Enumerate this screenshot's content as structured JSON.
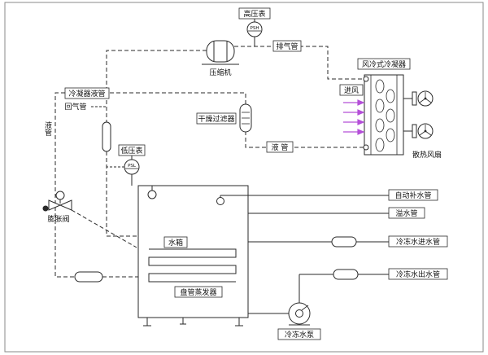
{
  "colors": {
    "line": "#2a2a2a",
    "airflow_arrow": "#b44fd8",
    "background": "#ffffff"
  },
  "labels": {
    "high_pressure_gauge": "高压表",
    "psh": "PSH",
    "exhaust_pipe": "排气管",
    "compressor": "压缩机",
    "condenser": "风冷式冷凝器",
    "air_in": "进风",
    "cooling_fan": "散热风扇",
    "condenser_liquid_pipe": "冷凝器液管",
    "return_gas_pipe": "回气管",
    "drying_filter": "干燥过滤器",
    "liquid_pipe": "液 管",
    "low_pressure_gauge": "低压表",
    "psl": "PSL",
    "liquid_pipe_vertical": "液管",
    "expansion_valve": "膨胀阀",
    "water_tank": "水箱",
    "coil_evaporator": "盘管蒸发器",
    "auto_water_supply_pipe": "自动补水管",
    "overflow_pipe": "溢水管",
    "chilled_water_inlet_pipe": "冷冻水进水管",
    "chilled_water_outlet_pipe": "冷冻水出水管",
    "chilled_water_pump": "冷冻水泵"
  }
}
